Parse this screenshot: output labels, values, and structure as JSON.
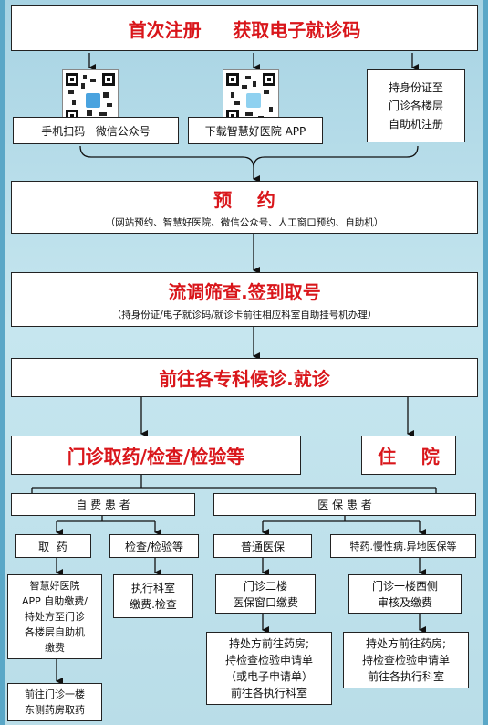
{
  "register": {
    "title": "首次注册     获取电子就诊码"
  },
  "channels": {
    "scan": "手机扫码   微信公众号",
    "app": "下载智慧好医院 APP",
    "idcard": "持身份证至\n门诊各楼层\n自助机注册"
  },
  "appointment": {
    "title": "预    约",
    "subtitle": "（网站预约、智慧好医院、微信公众号、人工窗口预约、自助机）"
  },
  "screening": {
    "title": "流调筛查.签到取号",
    "subtitle": "（持身份证/电子就诊码/就诊卡前往相应科室自助挂号机办理）"
  },
  "consult": {
    "title": "前往各专科候诊.就诊"
  },
  "outpatient": {
    "title": "门诊取药/检查/检验等"
  },
  "inpatient": {
    "title": "住    院"
  },
  "selfpay": {
    "title": "自 费 患 者",
    "medicine": "取  药",
    "exam": "检查/检验等",
    "app_pay": "智慧好医院\nAPP 自助缴费/\n持处方至门诊\n各楼层自助机\n缴费",
    "exam_pay": "执行科室\n缴费.检查",
    "pickup": "前往门诊一楼\n东侧药房取药"
  },
  "insured": {
    "title": "医 保 患 者",
    "general": "普通医保",
    "special": "特药.慢性病.异地医保等",
    "general_pay": "门诊二楼\n医保窗口缴费",
    "special_pay": "门诊一楼西侧\n审核及缴费",
    "general_next": "持处方前往药房;\n持检查检验申请单\n（或电子申请单）\n前往各执行科室",
    "special_next": "持处方前往药房;\n持检查检验申请单\n前往各执行科室"
  },
  "colors": {
    "accent": "#d9161b",
    "background": "#b9dde8"
  },
  "icons": [
    "wechat-qr-code-icon",
    "app-qr-code-icon"
  ]
}
